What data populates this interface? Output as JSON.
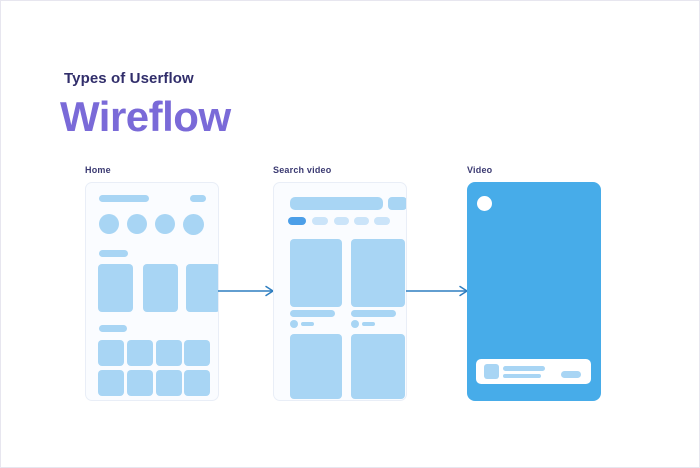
{
  "header": {
    "subtitle": "Types of Userflow",
    "title": "Wireflow"
  },
  "frames": [
    {
      "label": "Home"
    },
    {
      "label": "Search video"
    },
    {
      "label": "Video"
    }
  ],
  "arrows": [
    {
      "from": "Home",
      "to": "Search video"
    },
    {
      "from": "Search video",
      "to": "Video"
    }
  ],
  "colors": {
    "subtitle_text": "#312e6b",
    "title_text": "#7a6ad8",
    "frame_label_text": "#3b3a72",
    "placeholder_blue": "#a8d5f4",
    "placeholder_blue_active": "#4c9fe8",
    "placeholder_blue_faint": "#cbe4f9",
    "frame_background": "#fafcff",
    "frame_border": "#e9eef7",
    "video_screen_blue": "#47ace9",
    "arrow_stroke": "#2e7ec0",
    "page_background": "#ffffff",
    "page_border": "#e7e6ef"
  }
}
